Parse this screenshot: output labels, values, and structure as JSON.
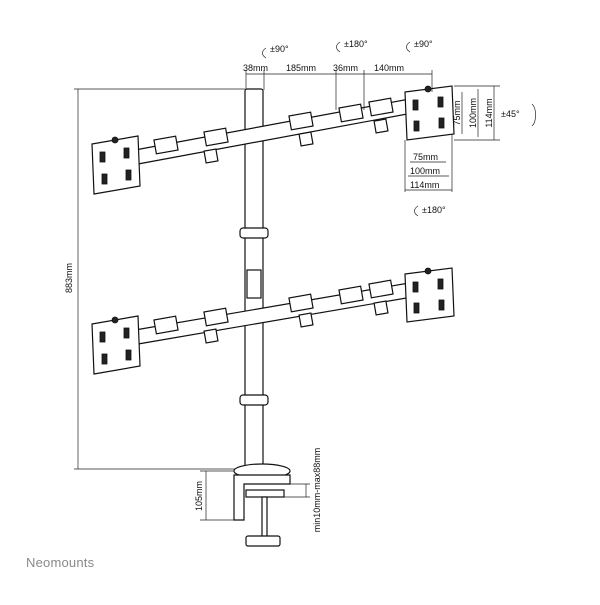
{
  "diagram": {
    "rotation_labels": {
      "top_left_arm": "±90°",
      "top_center": "±180°",
      "top_right_arm": "±90°",
      "tilt_right": "±45°",
      "swivel_bottom": "±180°"
    },
    "arm_dimensions": {
      "d1": "38mm",
      "d2": "185mm",
      "d3": "36mm",
      "d4": "140mm"
    },
    "vesa_vertical": {
      "v75": "75mm",
      "v100": "100mm",
      "v114": "114mm"
    },
    "vesa_horizontal": {
      "h75": "75mm",
      "h100": "100mm",
      "h114": "114mm"
    },
    "pole_height": "883mm",
    "clamp_height": "105mm",
    "desk_thickness": "min10mm-max88mm"
  },
  "brand": "Neomounts"
}
